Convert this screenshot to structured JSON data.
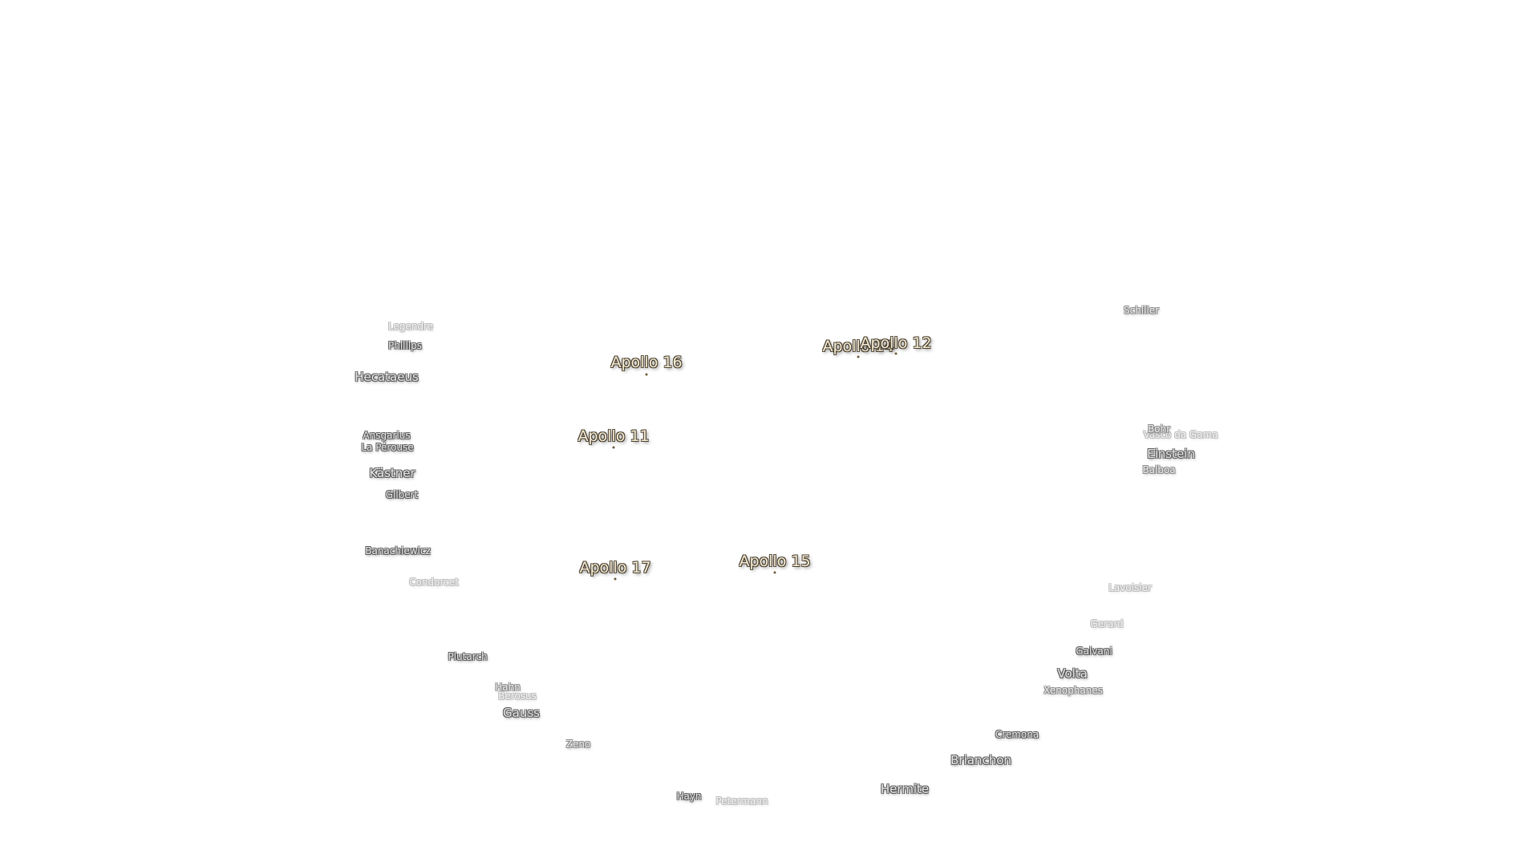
{
  "landing_sites": [
    {
      "id": "apollo-16",
      "label": "Apollo 16"
    },
    {
      "id": "apollo-14",
      "label": "Apollo 14"
    },
    {
      "id": "apollo-12",
      "label": "Apollo 12"
    },
    {
      "id": "apollo-11",
      "label": "Apollo 11"
    },
    {
      "id": "apollo-17",
      "label": "Apollo 17"
    },
    {
      "id": "apollo-15",
      "label": "Apollo 15"
    }
  ],
  "craters": [
    {
      "id": "legendre",
      "label": "Legendre"
    },
    {
      "id": "phillips",
      "label": "Phillips"
    },
    {
      "id": "hecataeus",
      "label": "Hecataeus"
    },
    {
      "id": "ansgarius",
      "label": "Ansgarius"
    },
    {
      "id": "la-perouse",
      "label": "La Pérouse"
    },
    {
      "id": "kastner",
      "label": "Kästner"
    },
    {
      "id": "gilbert",
      "label": "Gilbert"
    },
    {
      "id": "banachiewicz",
      "label": "Banachiewicz"
    },
    {
      "id": "condorcet",
      "label": "Condorcet"
    },
    {
      "id": "plutarch",
      "label": "Plutarch"
    },
    {
      "id": "hahn",
      "label": "Hahn"
    },
    {
      "id": "berosus",
      "label": "Berosus"
    },
    {
      "id": "gauss",
      "label": "Gauss"
    },
    {
      "id": "zeno",
      "label": "Zeno"
    },
    {
      "id": "hayn",
      "label": "Hayn"
    },
    {
      "id": "petermann",
      "label": "Petermann"
    },
    {
      "id": "hermite",
      "label": "Hermite"
    },
    {
      "id": "brianchon",
      "label": "Brianchon"
    },
    {
      "id": "cremona",
      "label": "Cremona"
    },
    {
      "id": "xenophanes",
      "label": "Xenophanes"
    },
    {
      "id": "volta",
      "label": "Volta"
    },
    {
      "id": "galvani",
      "label": "Galvani"
    },
    {
      "id": "gerard",
      "label": "Gerard"
    },
    {
      "id": "lavoisier",
      "label": "Lavoisier"
    },
    {
      "id": "balboa",
      "label": "Balboa"
    },
    {
      "id": "einstein",
      "label": "Einstein"
    },
    {
      "id": "vasco-da-gama",
      "label": "Vasco da Gama"
    },
    {
      "id": "bohr",
      "label": "Bohr"
    },
    {
      "id": "schiller",
      "label": "Schiller"
    }
  ]
}
